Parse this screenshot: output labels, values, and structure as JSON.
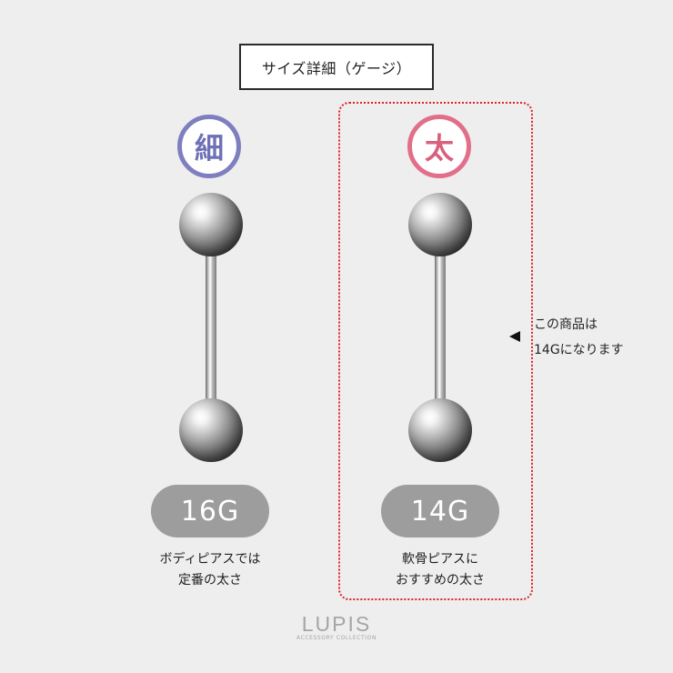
{
  "header": {
    "title": "サイズ詳細（ゲージ）"
  },
  "options": [
    {
      "badge": "細",
      "gauge": "16G",
      "caption_line1": "ボディピアスでは",
      "caption_line2": "定番の太さ",
      "badge_color": "#7f7fc0"
    },
    {
      "badge": "太",
      "gauge": "14G",
      "caption_line1": "軟骨ピアスに",
      "caption_line2": "おすすめの太さ",
      "badge_color": "#e26f8a"
    }
  ],
  "note": {
    "line1": "この商品は",
    "line2": "14Gになります"
  },
  "highlight_color": "#e0202a",
  "brand": {
    "name": "LUPIS",
    "tagline": "ACCESSORY COLLECTION"
  }
}
